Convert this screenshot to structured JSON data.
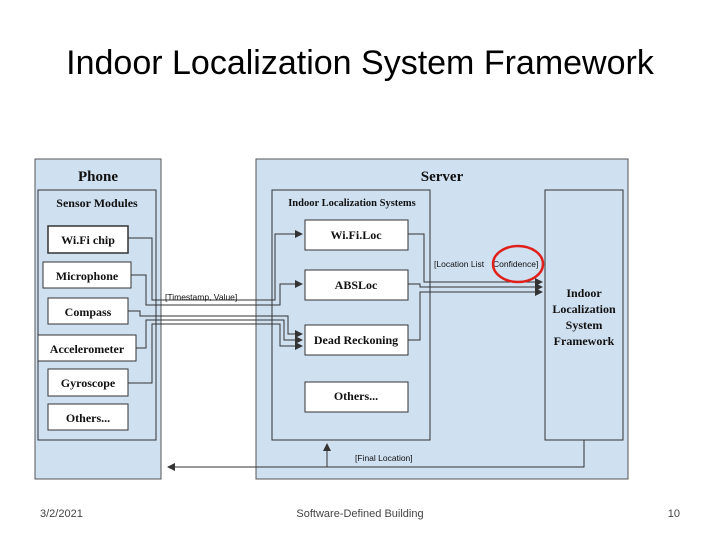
{
  "title": "Indoor Localization System Framework",
  "phone": {
    "label": "Phone",
    "sensor_modules_label": "Sensor Modules",
    "sensors": [
      "Wi.Fi chip",
      "Microphone",
      "Compass",
      "Accelerometer",
      "Gyroscope",
      "Others..."
    ]
  },
  "server": {
    "label": "Server",
    "ils_label": "Indoor Localization Systems",
    "systems": [
      "Wi.Fi.Loc",
      "ABSLoc",
      "Dead Reckoning",
      "Others..."
    ],
    "framework_label": [
      "Indoor",
      "Localization",
      "System",
      "Framework"
    ]
  },
  "labels": {
    "timestamp_value": "[Timestamp, Value]",
    "location_list": "[Location List",
    "confidence": "Confidence]",
    "final_location": "[Final Location]"
  },
  "colors": {
    "box_fill": "#cfe0f1",
    "inner_fill": "#ffffff",
    "stroke": "#333333",
    "highlight": "#e0201b"
  },
  "footer": {
    "date": "3/2/2021",
    "center": "Software-Defined Building",
    "page": "10"
  }
}
